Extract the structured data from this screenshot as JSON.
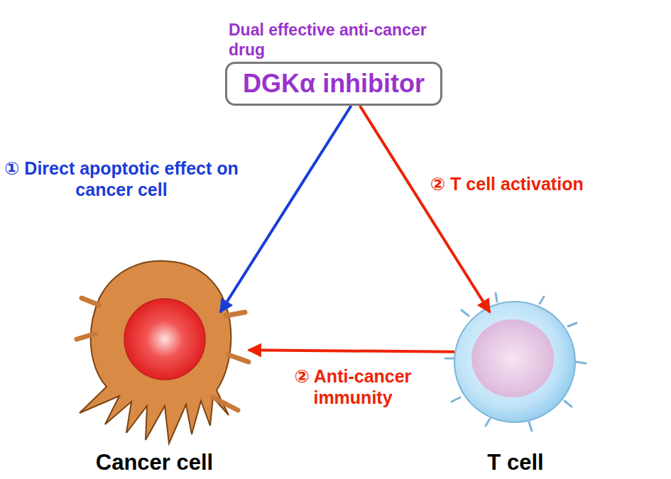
{
  "diagram": {
    "nodes": [
      {
        "text": [
          "Dual effective anti-cancer drug",
          "DGKα inhibitor"
        ]
      },
      {
        "text": [
          "Cancer cell"
        ]
      },
      {
        "text": [
          "T cell"
        ]
      }
    ],
    "edges": [
      {
        "from": 0,
        "to": 1,
        "arrow": "to",
        "label": "① Direct apoptotic effect on cancer cell"
      },
      {
        "from": 0,
        "to": 2,
        "arrow": "to",
        "label": "② T cell activation"
      },
      {
        "from": 2,
        "to": 1,
        "arrow": "to",
        "label": "② Anti-cancer immunity"
      }
    ]
  }
}
